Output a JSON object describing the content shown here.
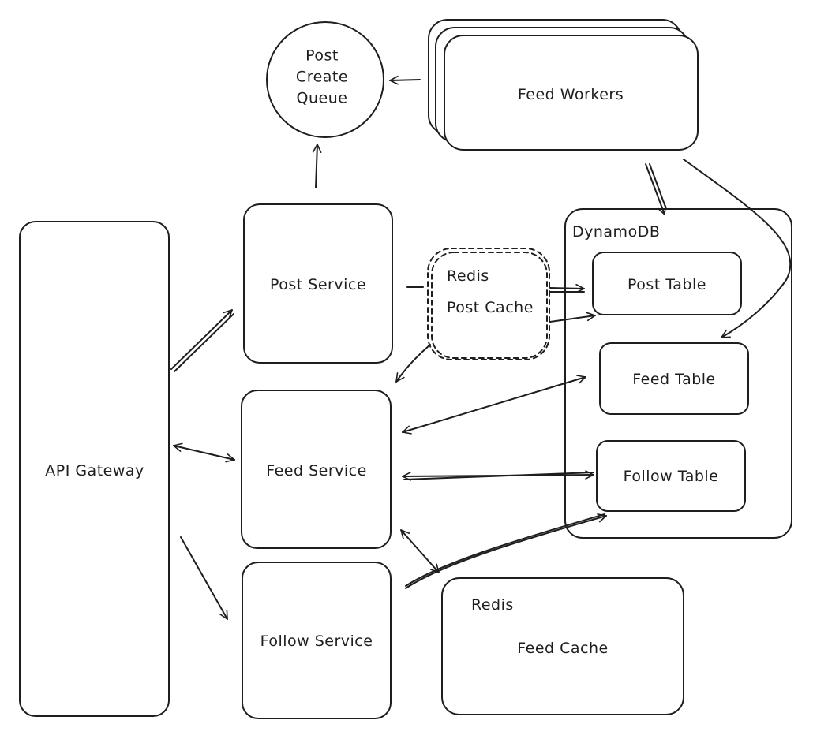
{
  "nodes": {
    "post_create_queue": {
      "lines": [
        "Post",
        "Create",
        "Queue"
      ]
    },
    "feed_workers": {
      "label": "Feed Workers"
    },
    "api_gateway": {
      "label": "API Gateway"
    },
    "post_service": {
      "label": "Post Service"
    },
    "feed_service": {
      "label": "Feed Service"
    },
    "follow_service": {
      "label": "Follow Service"
    },
    "post_cache": {
      "title": "Redis",
      "label": "Post Cache"
    },
    "feed_cache": {
      "title": "Redis",
      "label": "Feed Cache"
    },
    "dynamodb": {
      "label": "DynamoDB"
    },
    "post_table": {
      "label": "Post Table"
    },
    "feed_table": {
      "label": "Feed Table"
    },
    "follow_table": {
      "label": "Follow Table"
    }
  },
  "colors": {
    "stroke": "#1e1e1e",
    "background": "#ffffff"
  }
}
